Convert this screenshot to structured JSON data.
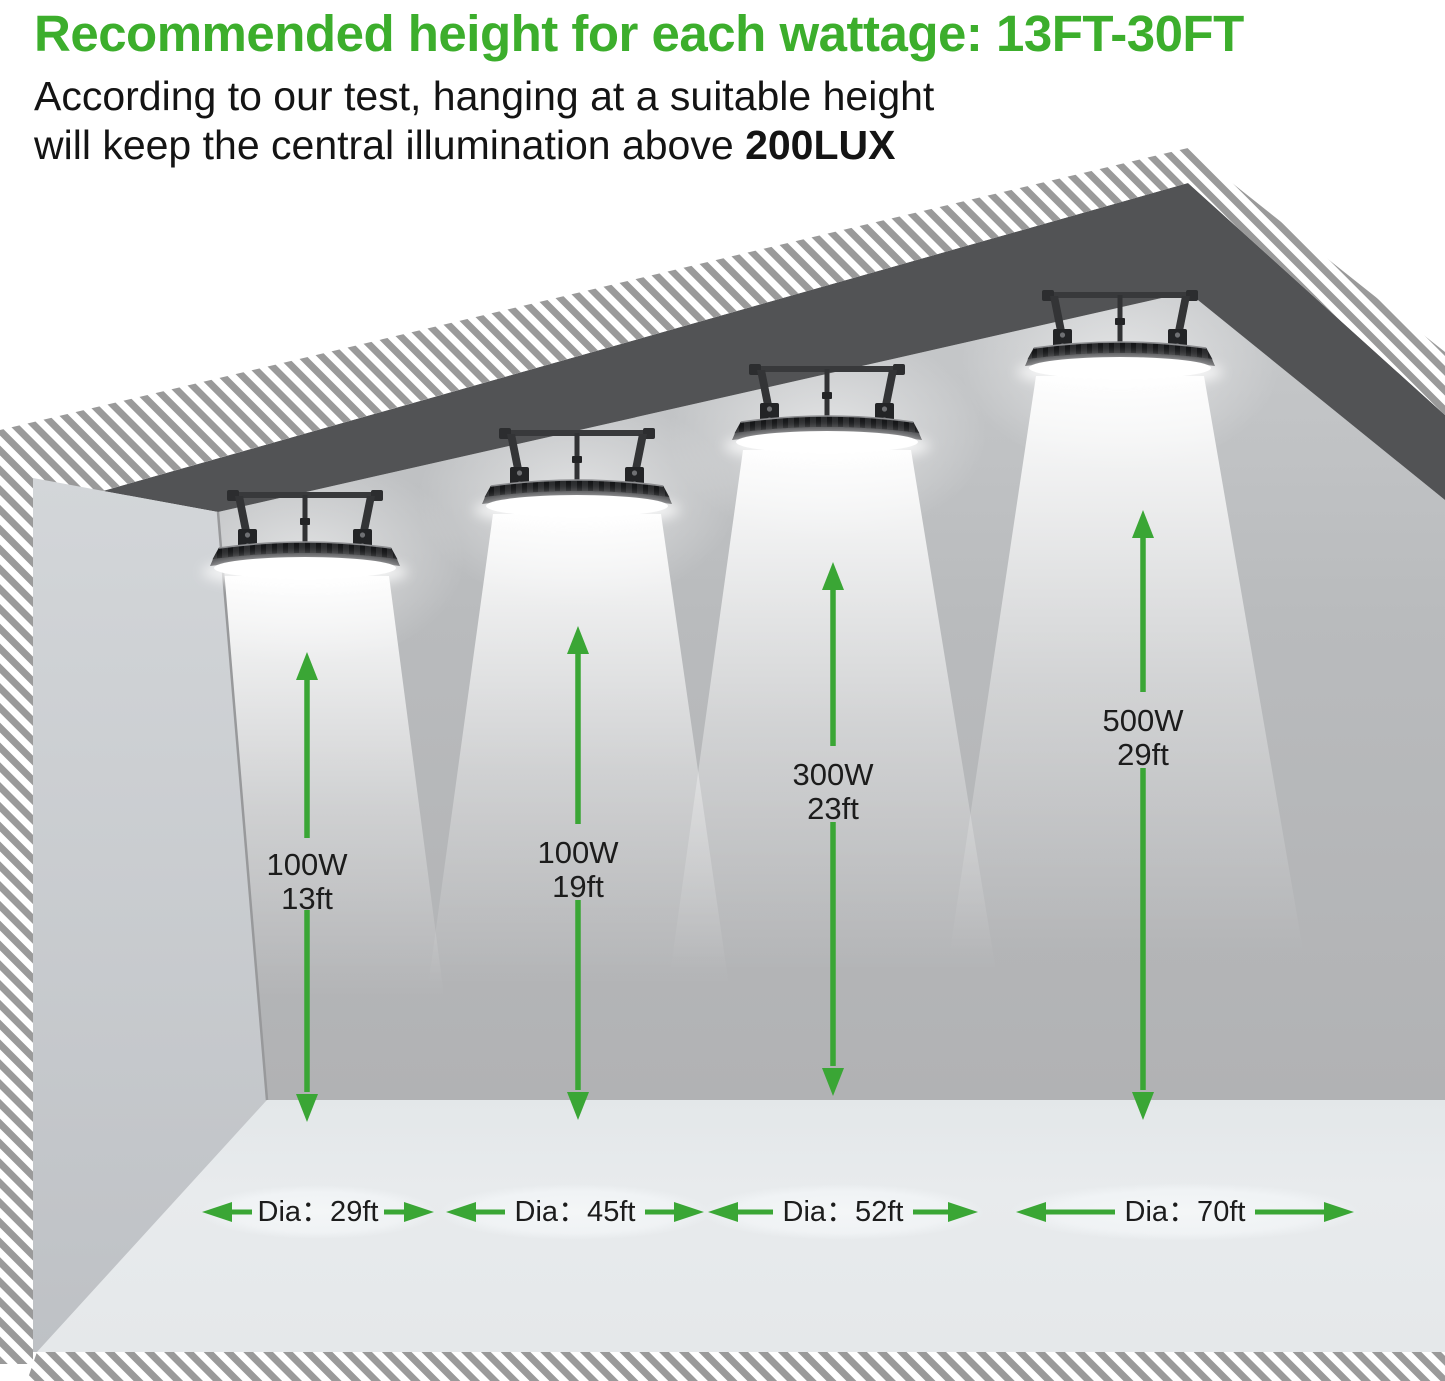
{
  "header": {
    "title": "Recommended height for each wattage: 13FT-30FT",
    "subtitle_line1": "According to our test, hanging at a suitable height",
    "subtitle_line2": "will keep the central illumination above",
    "subtitle_emphasis": "200LUX"
  },
  "fixtures": [
    {
      "wattage": "100W",
      "mount_height": "13ft",
      "beam_diameter": "Dia：29ft"
    },
    {
      "wattage": "100W",
      "mount_height": "19ft",
      "beam_diameter": "Dia：45ft"
    },
    {
      "wattage": "300W",
      "mount_height": "23ft",
      "beam_diameter": "Dia：52ft"
    },
    {
      "wattage": "500W",
      "mount_height": "29ft",
      "beam_diameter": "Dia：70ft"
    }
  ],
  "colors": {
    "title_green": "#3CAE2C",
    "arrow_green": "#3AA635",
    "roof_underside_dark": "#525355",
    "hatch_stripe_gray": "#9A9A9A",
    "back_wall_gray": "#B3B4B6",
    "left_wall_gray": "#C9CCD0",
    "floor_light": "#E7EAEC"
  }
}
